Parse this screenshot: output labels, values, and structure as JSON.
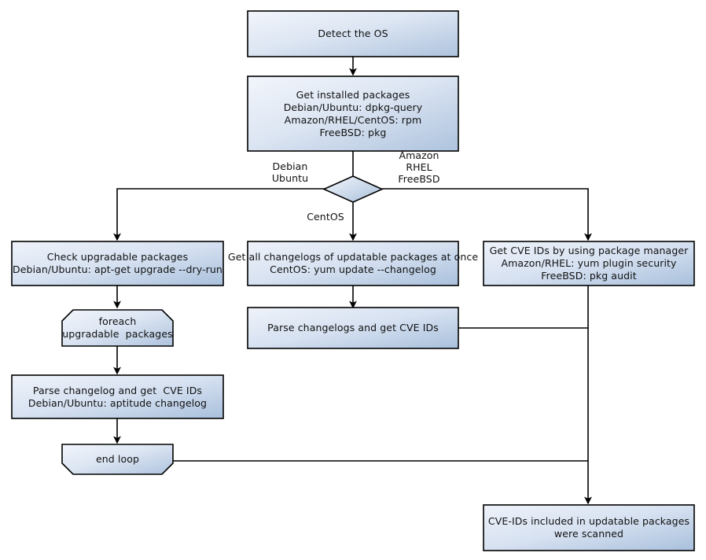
{
  "diagram": {
    "type": "flowchart",
    "title": "Vulnerability scanning flow by OS",
    "palette": {
      "fill_light": "#eef2f9",
      "fill_dark": "#b3c6e0",
      "stroke": "#000000",
      "text": "#111111",
      "background": "#ffffff"
    },
    "nodes": [
      {
        "id": "detect-os",
        "shape": "process",
        "lines": [
          "Detect the OS"
        ]
      },
      {
        "id": "get-installed-packages",
        "shape": "process",
        "lines": [
          "Get installed packages",
          "Debian/Ubuntu: dpkg-query",
          "Amazon/RHEL/CentOS: rpm",
          "FreeBSD: pkg"
        ]
      },
      {
        "id": "os-decision",
        "shape": "decision",
        "lines": []
      },
      {
        "id": "check-upgradable-packages",
        "shape": "process",
        "lines": [
          "Check upgradable packages",
          "Debian/Ubuntu: apt-get upgrade --dry-run"
        ]
      },
      {
        "id": "get-all-changelogs",
        "shape": "process",
        "lines": [
          "Get all changelogs of updatable packages at once",
          "CentOS: yum update --changelog"
        ]
      },
      {
        "id": "get-cve-ids-package-manager",
        "shape": "process",
        "lines": [
          "Get CVE IDs by using package manager",
          "Amazon/RHEL: yum plugin security",
          "FreeBSD: pkg audit"
        ]
      },
      {
        "id": "foreach-upgradable-packages",
        "shape": "loop-start",
        "lines": [
          "foreach",
          "upgradable  packages"
        ]
      },
      {
        "id": "parse-changelogs-get-cve-ids",
        "shape": "process",
        "lines": [
          "Parse changelogs and get CVE IDs"
        ]
      },
      {
        "id": "parse-changelog-get-cve-ids",
        "shape": "process",
        "lines": [
          "Parse changelog and get  CVE IDs",
          "Debian/Ubuntu: aptitude changelog"
        ]
      },
      {
        "id": "end-loop",
        "shape": "loop-end",
        "lines": [
          "end loop"
        ]
      },
      {
        "id": "cve-ids-scanned",
        "shape": "process",
        "lines": [
          "CVE-IDs included in updatable packages",
          "were scanned"
        ]
      }
    ],
    "edge_labels": [
      {
        "id": "branch-debian-ubuntu",
        "lines": [
          "Debian",
          "Ubuntu"
        ]
      },
      {
        "id": "branch-amazon-rhel-freebsd",
        "lines": [
          "Amazon",
          "RHEL",
          "FreeBSD"
        ]
      },
      {
        "id": "branch-centos",
        "lines": [
          "CentOS"
        ]
      }
    ]
  }
}
